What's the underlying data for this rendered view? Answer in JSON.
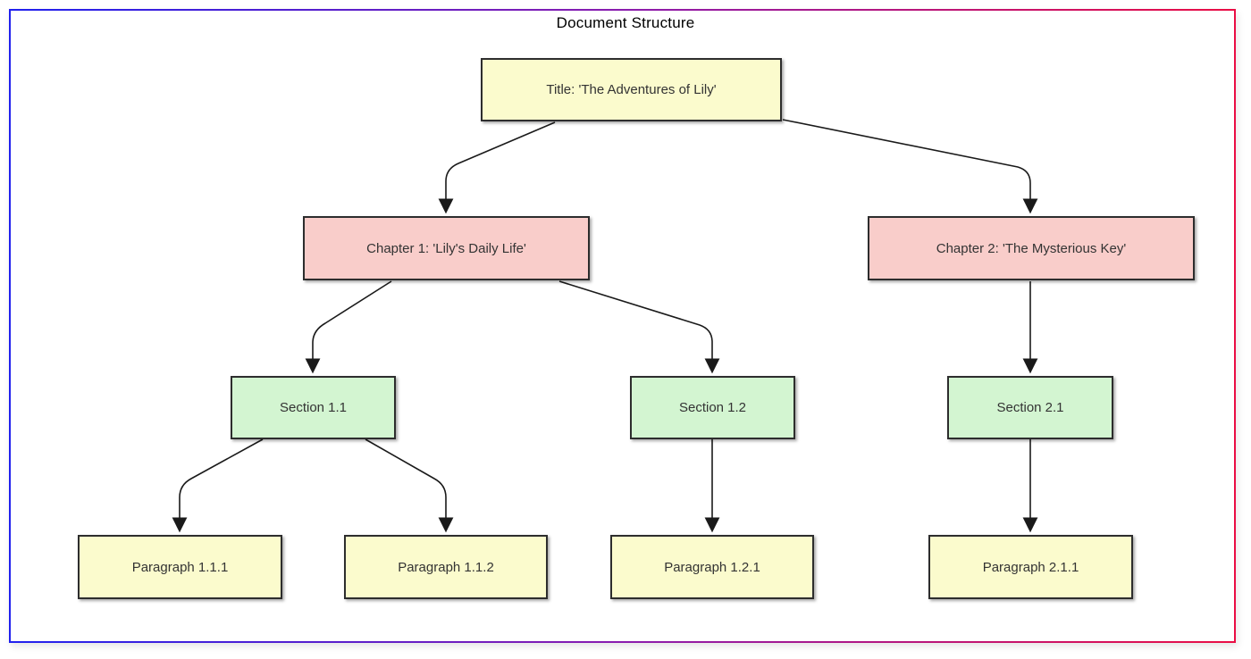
{
  "diagram": {
    "title": "Document Structure",
    "nodes": [
      {
        "id": "title",
        "label": "Title: 'The Adventures of Lily'",
        "level": "title",
        "fill": "#fbfbcd"
      },
      {
        "id": "ch1",
        "label": "Chapter 1: 'Lily's Daily Life'",
        "level": "chapter",
        "fill": "#f9cdca"
      },
      {
        "id": "ch2",
        "label": "Chapter 2: 'The Mysterious Key'",
        "level": "chapter",
        "fill": "#f9cdca"
      },
      {
        "id": "s11",
        "label": "Section 1.1",
        "level": "section",
        "fill": "#d3f5d1"
      },
      {
        "id": "s12",
        "label": "Section 1.2",
        "level": "section",
        "fill": "#d3f5d1"
      },
      {
        "id": "s21",
        "label": "Section 2.1",
        "level": "section",
        "fill": "#d3f5d1"
      },
      {
        "id": "p111",
        "label": "Paragraph 1.1.1",
        "level": "paragraph",
        "fill": "#fbfbcd"
      },
      {
        "id": "p112",
        "label": "Paragraph 1.1.2",
        "level": "paragraph",
        "fill": "#fbfbcd"
      },
      {
        "id": "p121",
        "label": "Paragraph 1.2.1",
        "level": "paragraph",
        "fill": "#fbfbcd"
      },
      {
        "id": "p211",
        "label": "Paragraph 2.1.1",
        "level": "paragraph",
        "fill": "#fbfbcd"
      }
    ],
    "edges": [
      {
        "from": "title",
        "to": "ch1"
      },
      {
        "from": "title",
        "to": "ch2"
      },
      {
        "from": "ch1",
        "to": "s11"
      },
      {
        "from": "ch1",
        "to": "s12"
      },
      {
        "from": "ch2",
        "to": "s21"
      },
      {
        "from": "s11",
        "to": "p111"
      },
      {
        "from": "s11",
        "to": "p112"
      },
      {
        "from": "s12",
        "to": "p121"
      },
      {
        "from": "s21",
        "to": "p211"
      }
    ],
    "colors": {
      "node_border": "#2d2d2d",
      "edge_stroke": "#1a1a1a",
      "text": "#333333",
      "frame_gradient_left": "#2020ee",
      "frame_gradient_middle": "#8a1cae",
      "frame_gradient_right": "#ea0d44",
      "fill_title_paragraph": "#fbfbcd",
      "fill_chapter": "#f9cdca",
      "fill_section": "#d3f5d1"
    }
  }
}
